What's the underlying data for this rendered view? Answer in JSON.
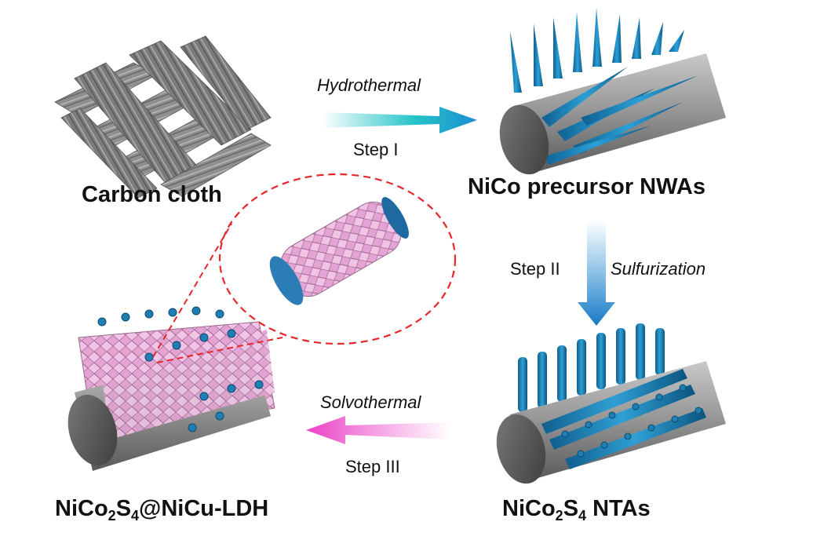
{
  "labels": {
    "carbon_cloth": "Carbon cloth",
    "precursor": "NiCo precursor NWAs",
    "nta_prefix": "NiCo",
    "nta_sub": "2",
    "nta_mid": "S",
    "nta_sub2": "4",
    "nta_suffix": " NTAs",
    "ldh_prefix": "NiCo",
    "ldh_sub": "2",
    "ldh_mid": "S",
    "ldh_sub2": "4",
    "ldh_suffix": "@NiCu-LDH"
  },
  "steps": {
    "step1_process": "Hydrothermal",
    "step1_label": "Step I",
    "step2_label": "Step II",
    "step2_process": "Sulfurization",
    "step3_process": "Solvothermal",
    "step3_label": "Step III"
  },
  "colors": {
    "nanowire_blue": "#1f7fb3",
    "ldh_pink": "#e7a9d8",
    "rod_gray": "#8a8a8a",
    "zoom_dash_red": "#e8262b",
    "arrow1": "#25c3c8",
    "arrow2": "#1e8ed6",
    "arrow3": "#ee56cf"
  }
}
